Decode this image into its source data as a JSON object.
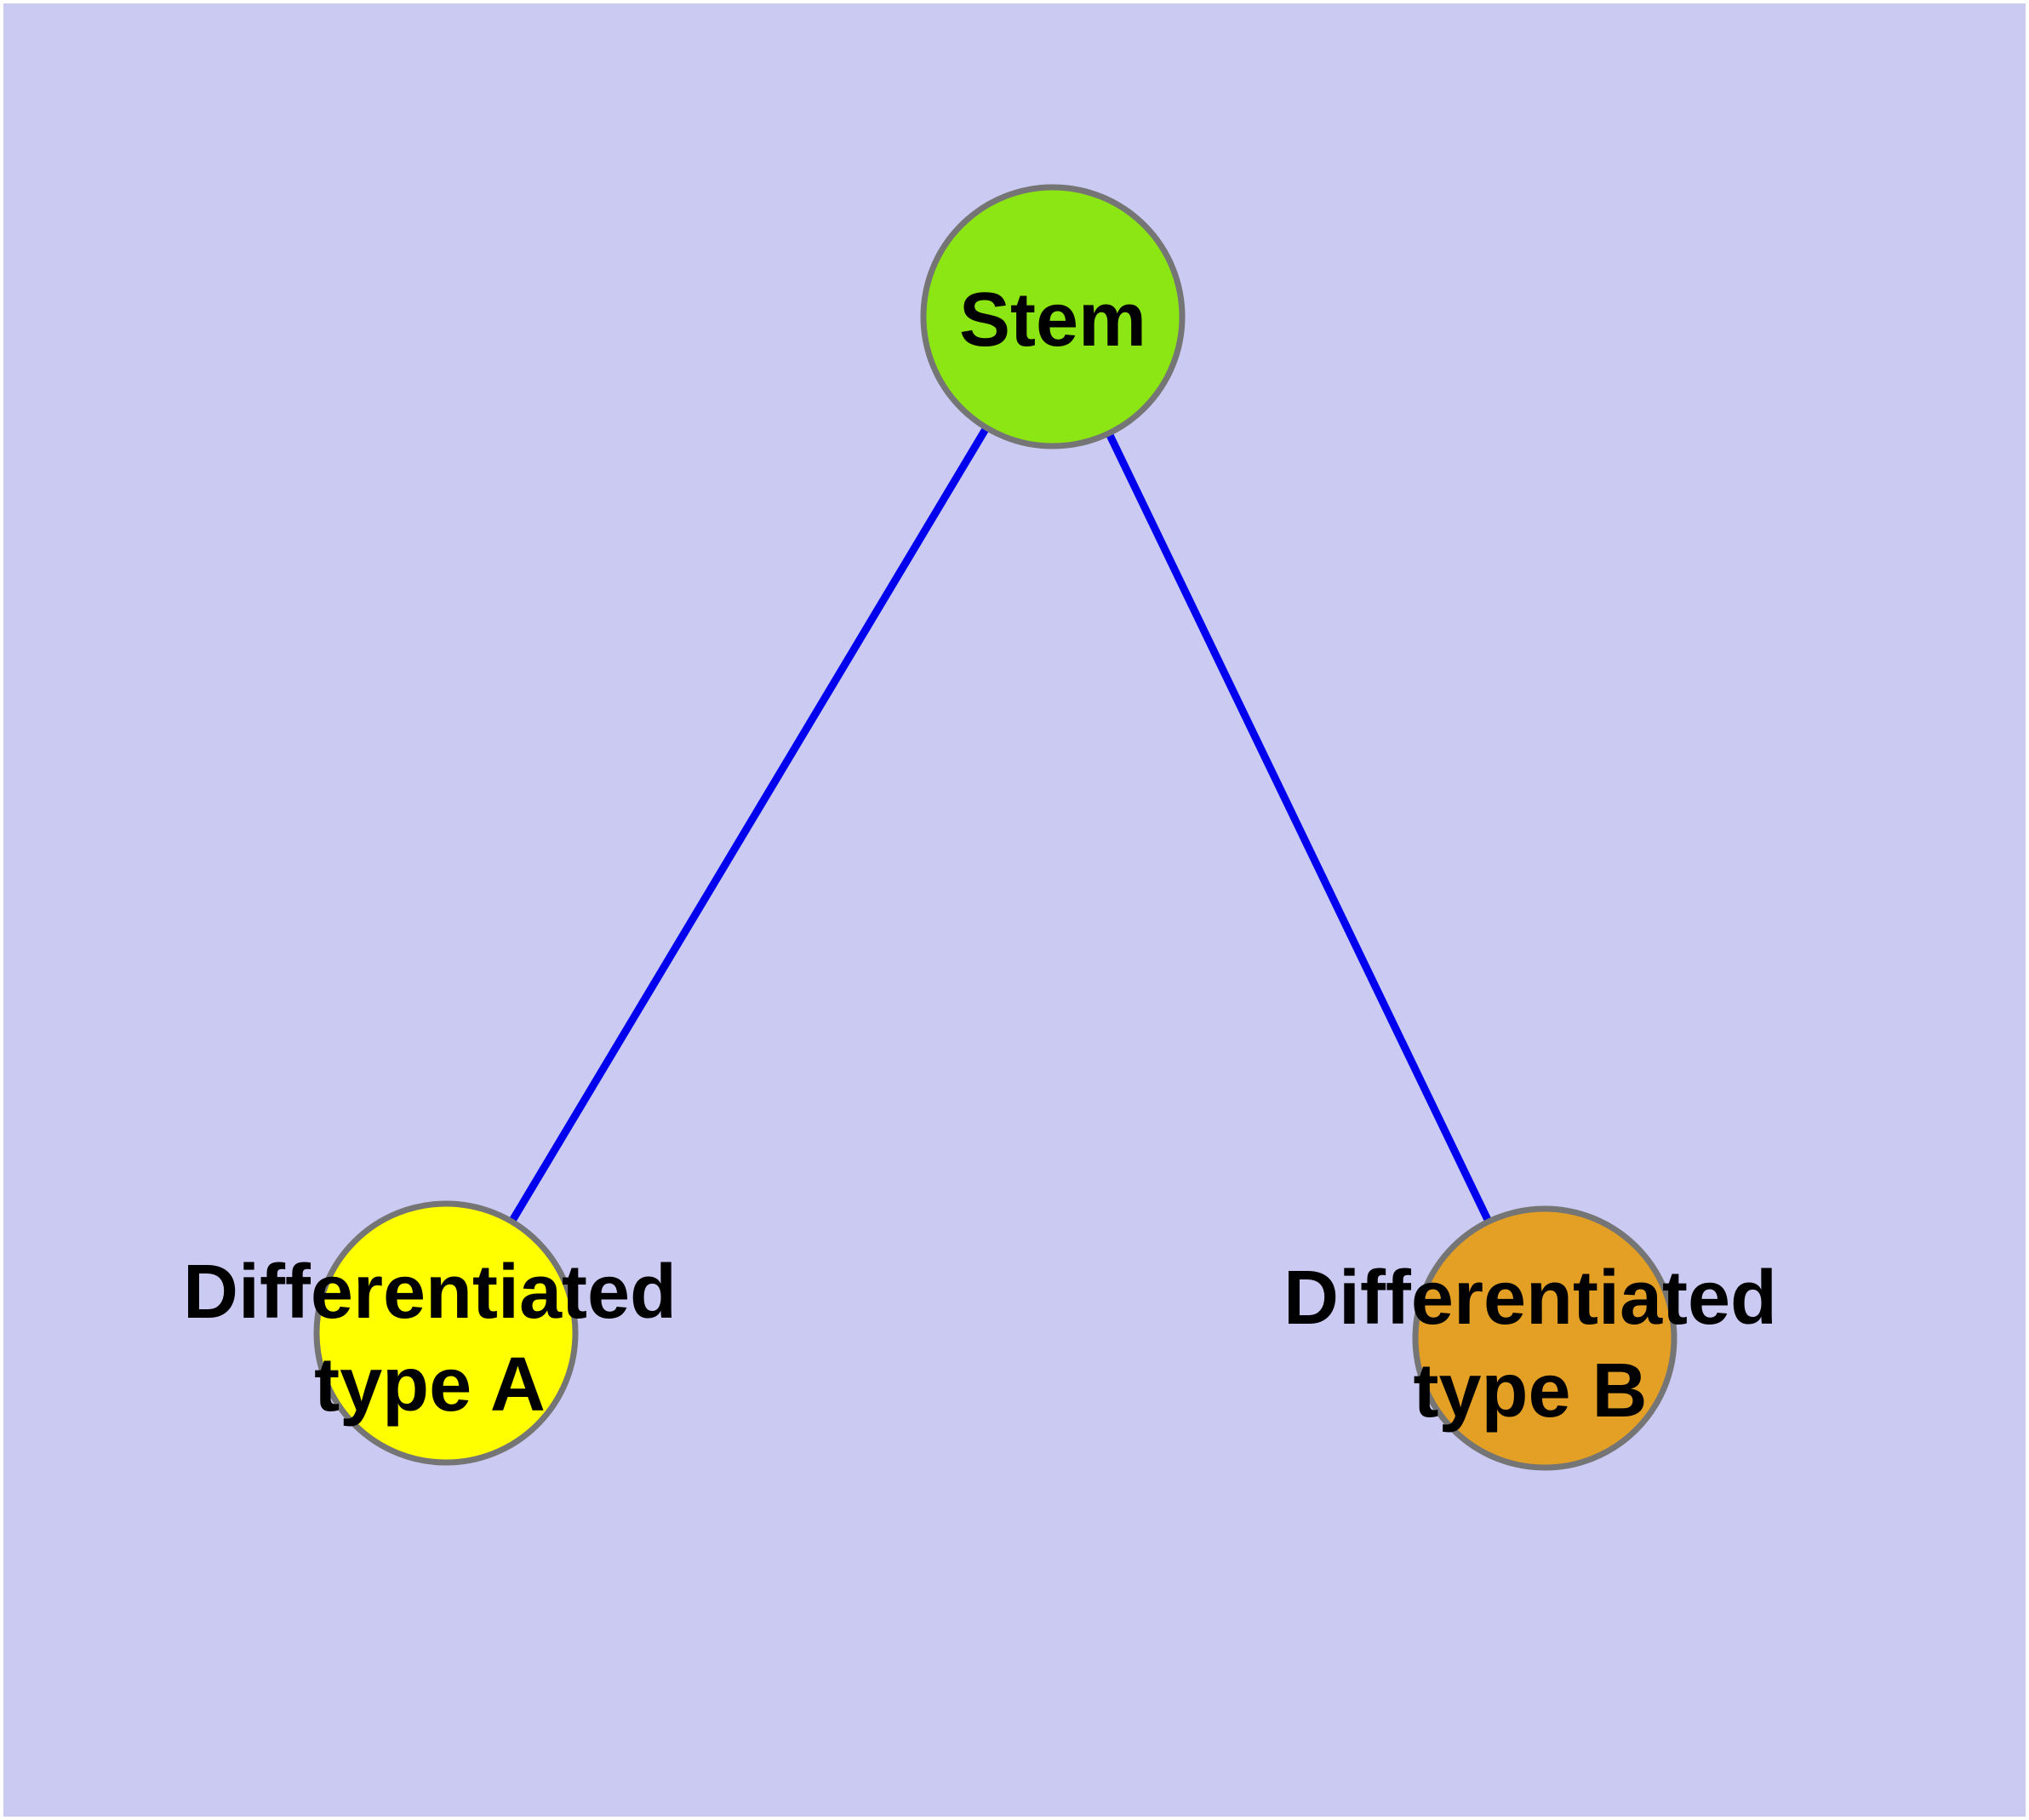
{
  "diagram": {
    "background_color": "#CACAF2",
    "frame_color": "#FFFFFF",
    "edge_color": "#0000EE",
    "node_border_color": "#757575",
    "text_color": "#000000",
    "nodes": [
      {
        "id": "stem",
        "label": "Stem",
        "label_line2": "",
        "color": "#8CE614"
      },
      {
        "id": "typeA",
        "label": "Differentiated",
        "label_line2": "type A",
        "color": "#FFFF00"
      },
      {
        "id": "typeB",
        "label": "Differentiated",
        "label_line2": "type B",
        "color": "#E4A024"
      }
    ],
    "edges": [
      {
        "from": "stem",
        "to": "typeA"
      },
      {
        "from": "stem",
        "to": "typeB"
      }
    ]
  }
}
